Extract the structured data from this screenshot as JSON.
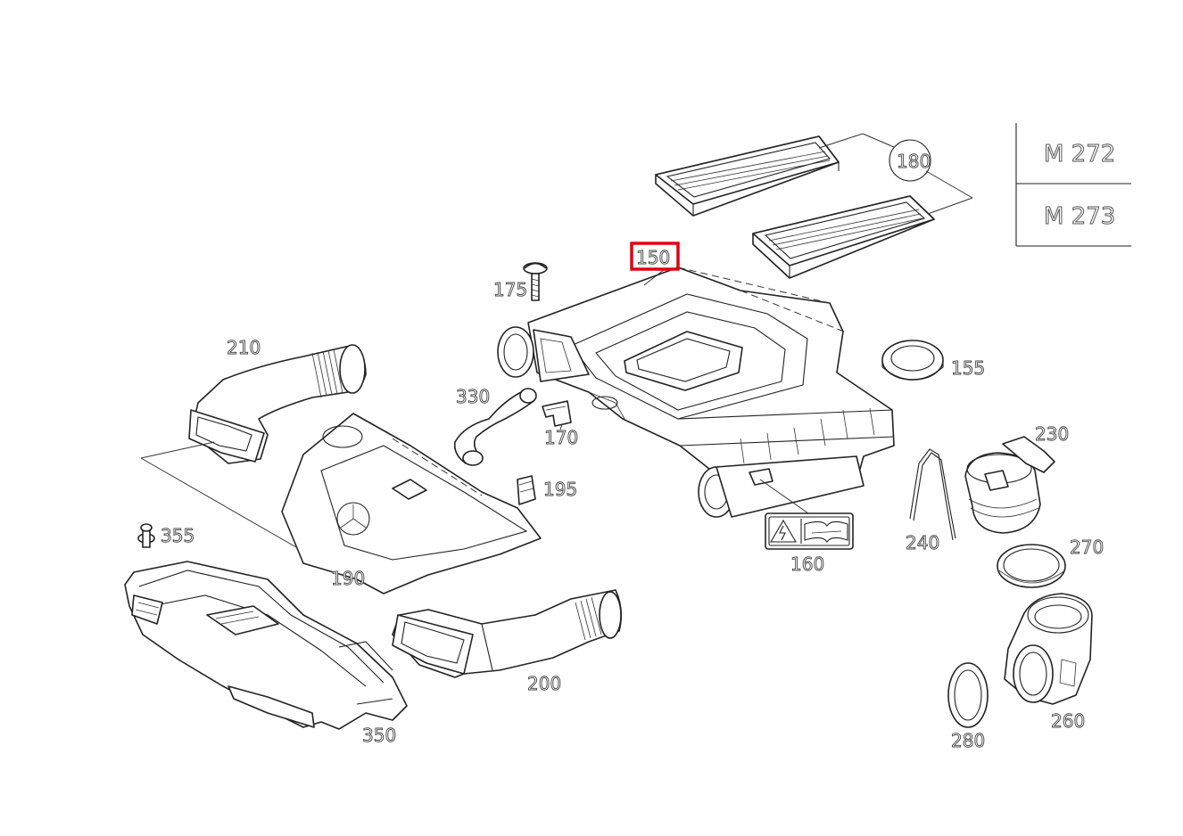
{
  "diagram": {
    "part_labels": {
      "p150": "150",
      "p155": "155",
      "p160": "160",
      "p170": "170",
      "p175": "175",
      "p180": "180",
      "p190": "190",
      "p195": "195",
      "p200": "200",
      "p210": "210",
      "p230": "230",
      "p240": "240",
      "p260": "260",
      "p270": "270",
      "p280": "280",
      "p330": "330",
      "p350": "350",
      "p355": "355"
    },
    "engine_variants": [
      "M 272",
      "M 273"
    ],
    "highlighted_part": "150",
    "highlight_color": "#e3000f"
  }
}
